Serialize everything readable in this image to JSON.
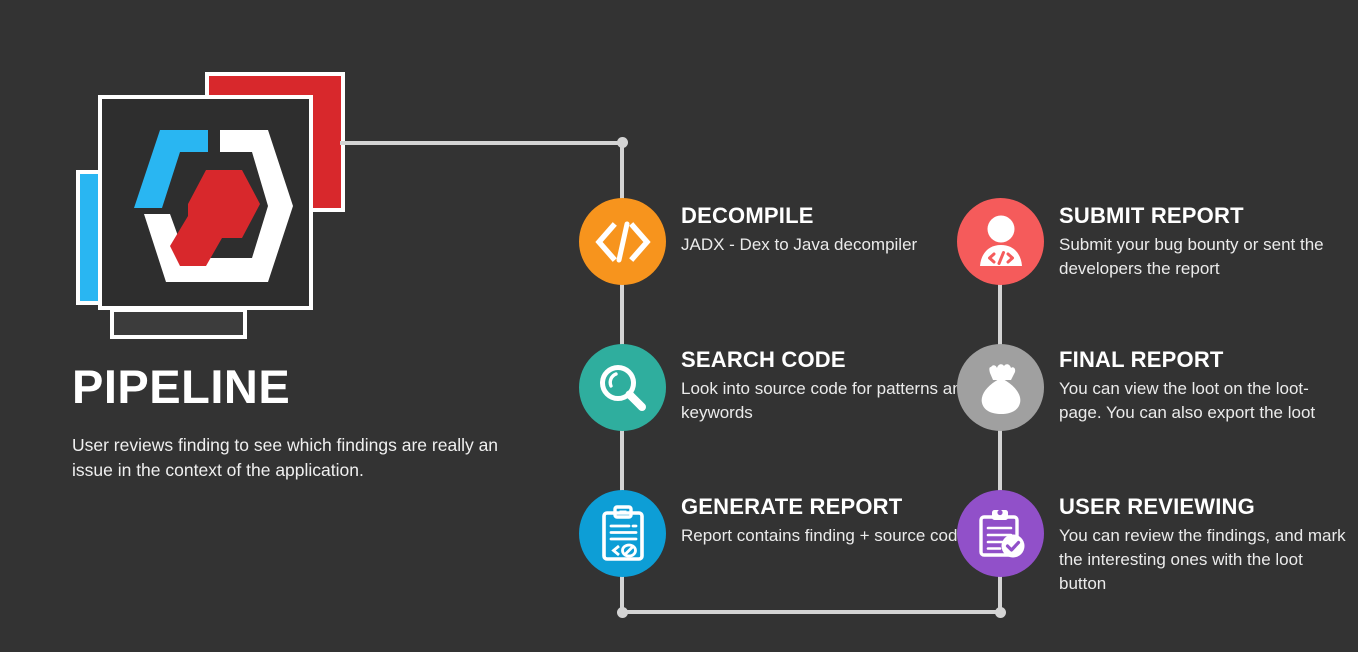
{
  "background_color": "#333333",
  "brand": {
    "logo_name": "app-logo",
    "colors": {
      "red": "#d8282c",
      "blue": "#29b6f2",
      "white": "#ffffff",
      "card_dark": "#2e2e2e"
    }
  },
  "title_block": {
    "title": "PIPELINE",
    "description": "User reviews finding to see which findings are really an issue in the context of the application."
  },
  "connector": {
    "color": "#d4d4d4"
  },
  "steps": [
    {
      "id": "decompile",
      "title": "DECOMPILE",
      "description": "JADX - Dex to Java decompiler",
      "icon": "code-brackets-icon",
      "color": "#f7941d",
      "column": "left",
      "row": 1
    },
    {
      "id": "search-code",
      "title": "SEARCH CODE",
      "description": "Look into source code for patterns and keywords",
      "icon": "magnifier-icon",
      "color": "#2fae9e",
      "column": "left",
      "row": 2
    },
    {
      "id": "generate-report",
      "title": "GENERATE REPORT",
      "description": "Report contains finding + source code",
      "icon": "clipboard-code-icon",
      "color": "#0d9ed6",
      "column": "left",
      "row": 3
    },
    {
      "id": "submit-report",
      "title": "SUBMIT REPORT",
      "description": "Submit your bug bounty or sent the developers the report",
      "icon": "user-code-icon",
      "color": "#f55b5b",
      "column": "right",
      "row": 1
    },
    {
      "id": "final-report",
      "title": "FINAL REPORT",
      "description": "You can view the loot on the loot-page. You can also export the loot",
      "icon": "loot-bag-icon",
      "color": "#a0a0a0",
      "column": "right",
      "row": 2
    },
    {
      "id": "user-reviewing",
      "title": "USER REVIEWING",
      "description": "You can review the findings, and mark the interesting ones with the loot button",
      "icon": "clipboard-check-icon",
      "color": "#9150c9",
      "column": "right",
      "row": 3
    }
  ]
}
